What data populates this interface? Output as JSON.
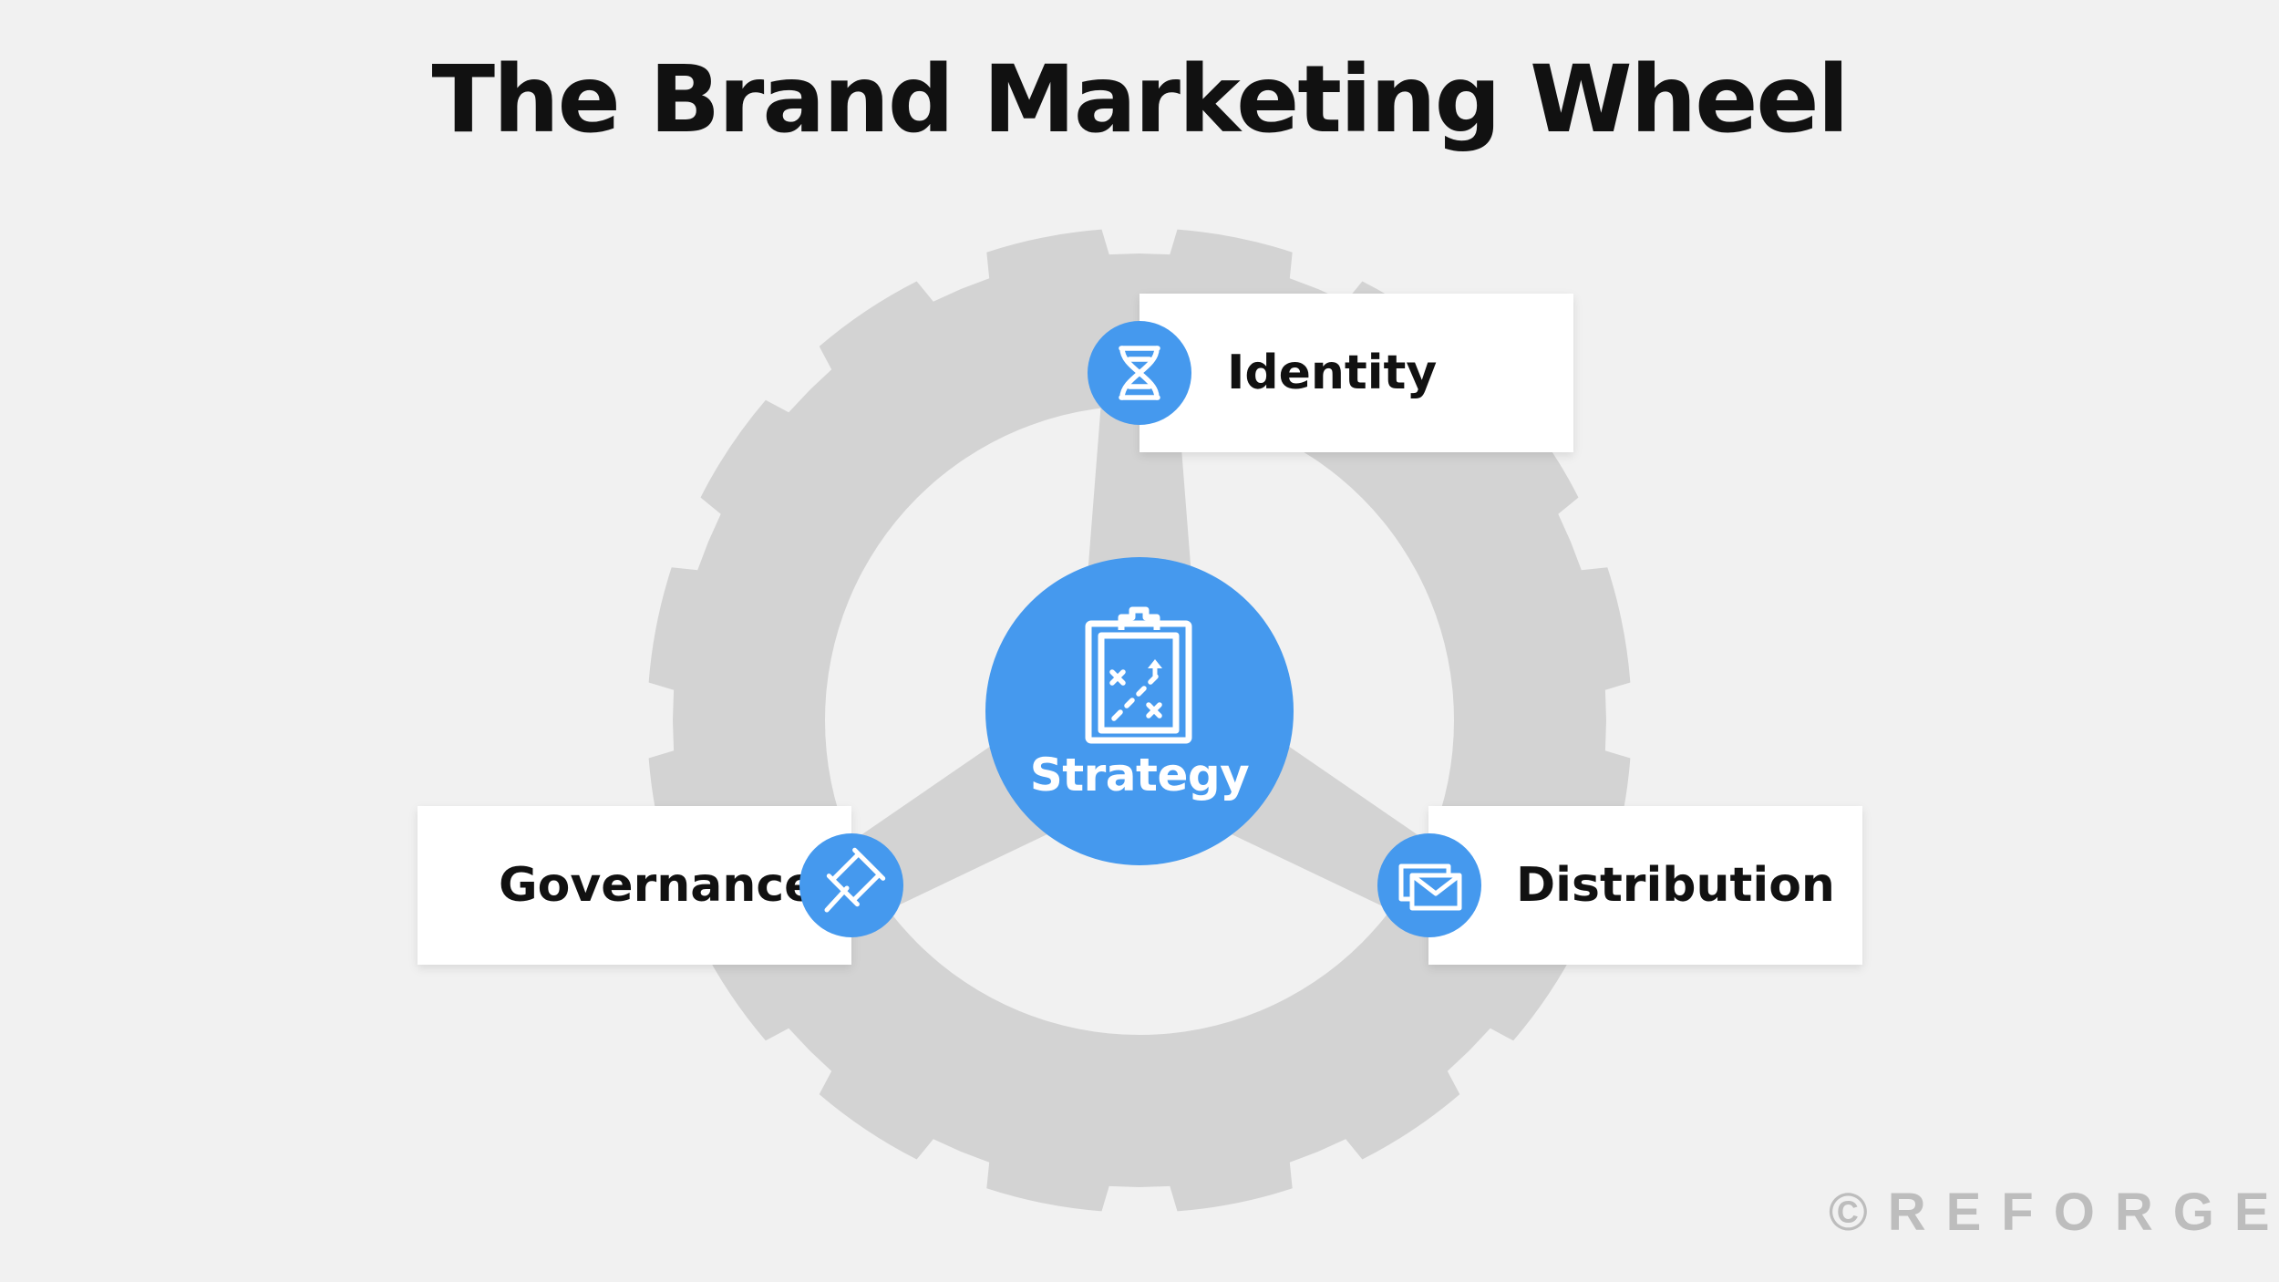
{
  "title": "The Brand Marketing Wheel",
  "colors": {
    "background": "#f1f1f1",
    "wheel": "#d3d3d3",
    "accent_blue": "#4599ee",
    "card": "#ffffff",
    "text": "#111111",
    "watermark": "#bdbdbd"
  },
  "hub": {
    "label": "Strategy",
    "icon": "clipboard-playbook-icon"
  },
  "nodes": [
    {
      "label": "Identity",
      "icon": "dna-icon"
    },
    {
      "label": "Governance",
      "icon": "gavel-icon"
    },
    {
      "label": "Distribution",
      "icon": "envelope-icon"
    }
  ],
  "watermark": "©REFORGE"
}
